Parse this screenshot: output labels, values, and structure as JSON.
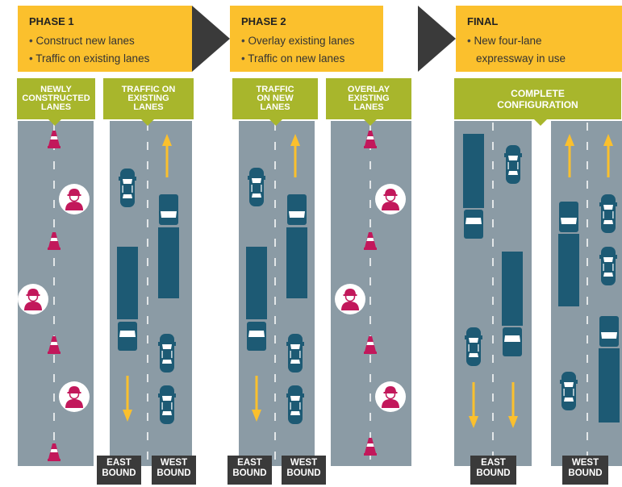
{
  "phases": [
    {
      "title": "PHASE 1",
      "bullets": [
        "Construct new lanes",
        "Traffic on existing lanes"
      ]
    },
    {
      "title": "PHASE 2",
      "bullets": [
        "Overlay existing lanes",
        "Traffic on new lanes"
      ]
    },
    {
      "title": "FINAL",
      "bullets": [
        "New four-lane",
        "expressway in use"
      ]
    }
  ],
  "labels": {
    "p1_left": [
      "NEWLY",
      "CONSTRUCTED",
      "LANES"
    ],
    "p1_right": [
      "TRAFFIC ON",
      "EXISTING",
      "LANES"
    ],
    "p2_left": [
      "TRAFFIC",
      "ON NEW",
      "LANES"
    ],
    "p2_right": [
      "OVERLAY",
      "EXISTING",
      "LANES"
    ],
    "final": [
      "COMPLETE",
      "CONFIGURATION"
    ]
  },
  "directions": {
    "east": [
      "EAST",
      "BOUND"
    ],
    "west": [
      "WEST",
      "BOUND"
    ]
  },
  "colors": {
    "phase_bg": "#fbc02d",
    "label_bg": "#a8b62c",
    "road": "#8b9ba5",
    "vehicle": "#1d5a74",
    "cone": "#c2185b",
    "arrow": "#fbc02d"
  },
  "icons": [
    "traffic-cone-icon",
    "construction-worker-icon",
    "car-icon",
    "truck-icon",
    "arrow-up-icon",
    "arrow-down-icon",
    "chevron-right-icon"
  ]
}
